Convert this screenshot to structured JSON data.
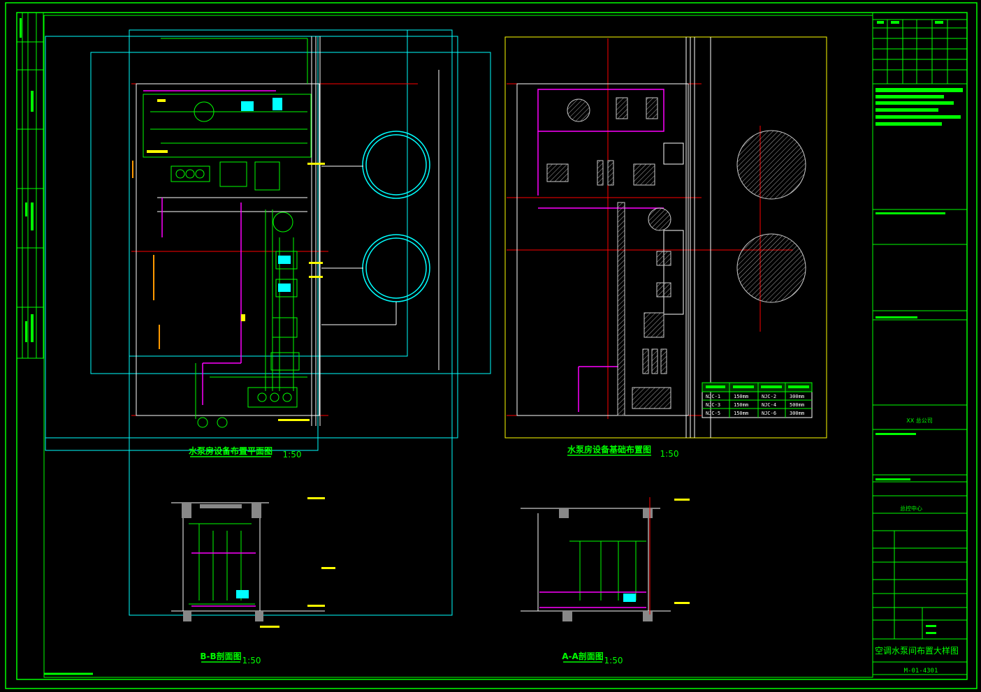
{
  "drawing": {
    "titles": {
      "plan": "水泵房设备布置平面图",
      "plan_scale": "1:50",
      "foundation": "水泵房设备基础布置图",
      "foundation_scale": "1:50",
      "section_bb": "B-B剖面图",
      "section_bb_scale": "1:50",
      "section_aa": "A-A剖面图",
      "section_aa_scale": "1:50"
    },
    "foundation_table": {
      "rows": [
        [
          "NJC-1",
          "150mm",
          "NJC-2",
          "300mm"
        ],
        [
          "NJC-3",
          "150mm",
          "NJC-4",
          "500mm"
        ],
        [
          "NJC-5",
          "150mm",
          "NJC-6",
          "300mm"
        ]
      ]
    },
    "title_block": {
      "company": "XX 总公司",
      "project": "总控中心",
      "sheet_title": "空调水泵间布置大样图",
      "sheet_number": "M-01-4301"
    },
    "colors": {
      "frame": "#00ff00",
      "cyan": "#00ffff",
      "magenta": "#ff00ff",
      "red": "#ff0000",
      "yellow": "#ffff00",
      "white": "#ffffff"
    }
  }
}
